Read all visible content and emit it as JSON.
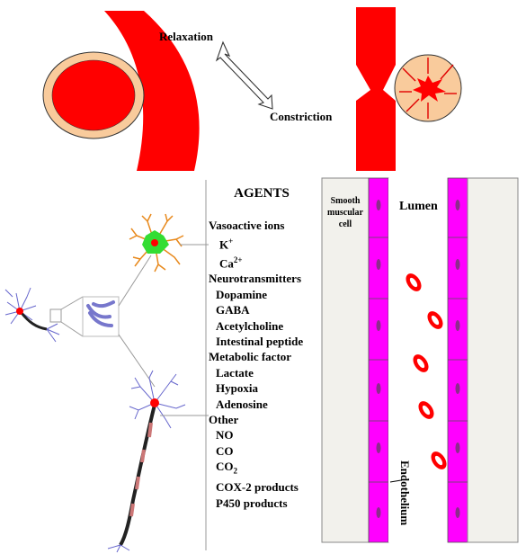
{
  "vessel_states": {
    "relaxation_label": "Relaxation",
    "constriction_label": "Constriction"
  },
  "agents": {
    "title": "AGENTS",
    "groups": [
      {
        "label": "Vasoactive ions",
        "items": [
          {
            "base": "K",
            "sup": "+",
            "sub": ""
          },
          {
            "base": "Ca",
            "sup": "2+",
            "sub": ""
          }
        ]
      },
      {
        "label": "Neurotransmitters",
        "items": [
          {
            "base": "Dopamine",
            "sup": "",
            "sub": ""
          },
          {
            "base": "GABA",
            "sup": "",
            "sub": ""
          },
          {
            "base": "Acetylcholine",
            "sup": "",
            "sub": ""
          },
          {
            "base": "Intestinal peptide",
            "sup": "",
            "sub": ""
          }
        ]
      },
      {
        "label": "Metabolic factor",
        "items": [
          {
            "base": "Lactate",
            "sup": "",
            "sub": ""
          },
          {
            "base": "Hypoxia",
            "sup": "",
            "sub": ""
          },
          {
            "base": "Adenosine",
            "sup": "",
            "sub": ""
          }
        ]
      },
      {
        "label": "Other",
        "items": [
          {
            "base": "NO",
            "sup": "",
            "sub": ""
          },
          {
            "base": "CO",
            "sup": "",
            "sub": ""
          },
          {
            "base": "CO",
            "sup": "",
            "sub": "2"
          },
          {
            "base": "COX-2 products",
            "sup": "",
            "sub": ""
          },
          {
            "base": "P450 products",
            "sup": "",
            "sub": ""
          }
        ]
      }
    ]
  },
  "vessel_section": {
    "smooth_muscle_label": [
      "Smooth",
      "muscular",
      "cell"
    ],
    "lumen_label": "Lumen",
    "endothelium_label": "Endothelium"
  },
  "colors": {
    "vessel_red": "#ff0000",
    "tissue_tan": "#f9cb9c",
    "endothelium_magenta": "#ff00ff",
    "nucleus_purple": "#8b2d8b",
    "astrocyte_green": "#33dd33",
    "astrocyte_orange": "#e8891c",
    "neuron_blue": "#6666cc"
  }
}
